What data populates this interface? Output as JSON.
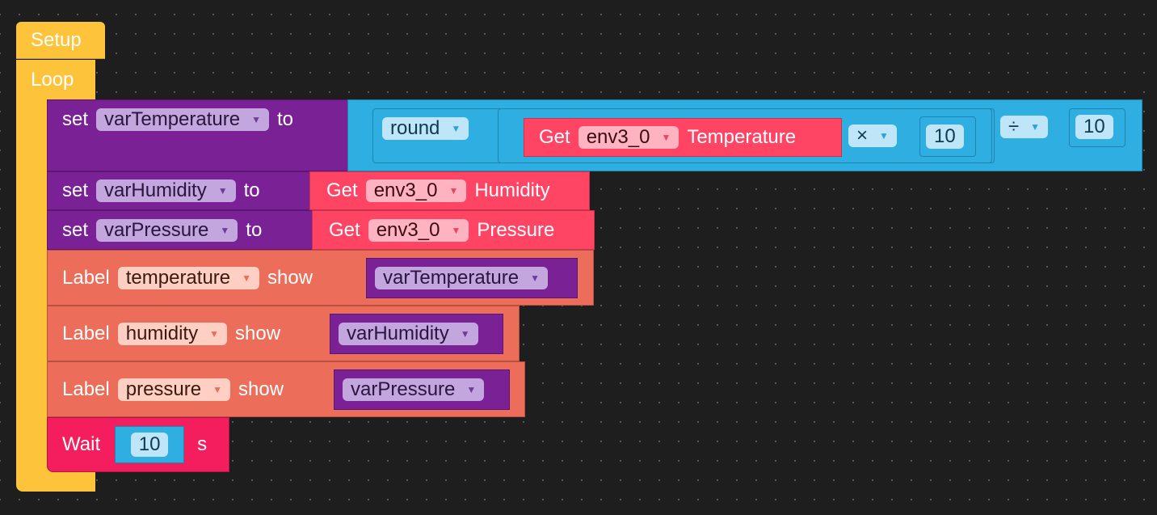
{
  "setup": {
    "label": "Setup"
  },
  "loop": {
    "label": "Loop"
  },
  "set_temp": {
    "set": "set",
    "var": "varTemperature",
    "to": "to",
    "round": "round",
    "get": "Get",
    "sensor": "env3_0",
    "field": "Temperature",
    "multiply": "×",
    "mul_value": "10",
    "divide": "÷",
    "div_value": "10"
  },
  "set_hum": {
    "set": "set",
    "var": "varHumidity",
    "to": "to",
    "get": "Get",
    "sensor": "env3_0",
    "field": "Humidity"
  },
  "set_pres": {
    "set": "set",
    "var": "varPressure",
    "to": "to",
    "get": "Get",
    "sensor": "env3_0",
    "field": "Pressure"
  },
  "label_temp": {
    "label": "Label",
    "target": "temperature",
    "show": "show",
    "var": "varTemperature"
  },
  "label_hum": {
    "label": "Label",
    "target": "humidity",
    "show": "show",
    "var": "varHumidity"
  },
  "label_pres": {
    "label": "Label",
    "target": "pressure",
    "show": "show",
    "var": "varPressure"
  },
  "wait": {
    "label": "Wait",
    "value": "10",
    "unit": "s"
  },
  "colors": {
    "setup_loop": "#fdc33a",
    "variables": "#7b2196",
    "sensor": "#ff4464",
    "math": "#2faee2",
    "ui_label": "#ec6e5a",
    "timer": "#f41e5e",
    "workspace": "#1e1e1e"
  },
  "icons": {
    "dropdown": "triangle-down-icon"
  }
}
